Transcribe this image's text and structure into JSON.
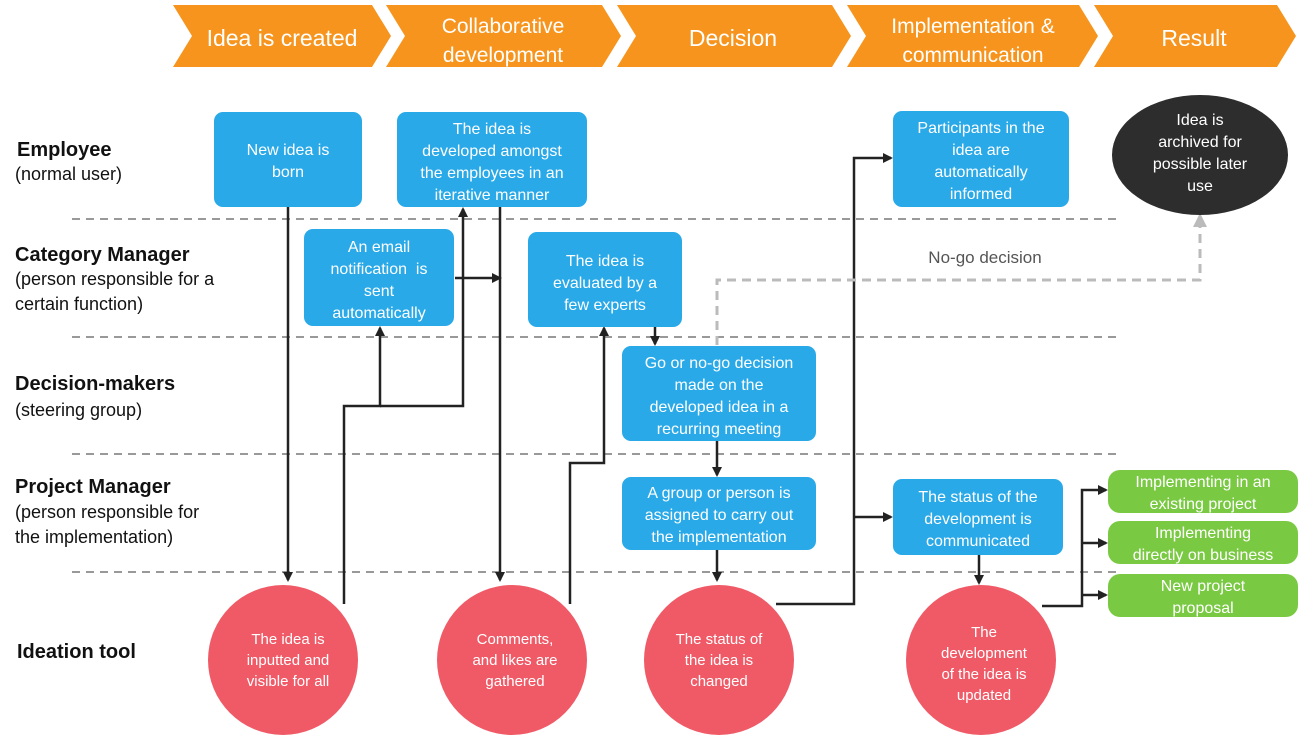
{
  "phases": [
    {
      "label": "Idea is created"
    },
    {
      "label": "Collaborative\ndevelopment"
    },
    {
      "label": "Decision"
    },
    {
      "label": "Implementation &\ncommunication"
    },
    {
      "label": "Result"
    }
  ],
  "roles": [
    {
      "title": "Employee",
      "subtitle": "(normal user)"
    },
    {
      "title": "Category Manager",
      "subtitle": "(person responsible for a\ncertain function)"
    },
    {
      "title": "Decision-makers",
      "subtitle": "(steering group)"
    },
    {
      "title": "Project Manager",
      "subtitle": "(person responsible for\nthe implementation)"
    },
    {
      "title": "Ideation tool",
      "subtitle": ""
    }
  ],
  "nodes": {
    "new_idea": "New idea is\nborn",
    "developed": "The idea is\ndeveloped amongst\nthe employees in an\niterative manner",
    "email": "An email\nnotification  is\nsent\nautomatically",
    "evaluated": "The idea is\nevaluated by a\nfew experts",
    "decision": "Go or no-go decision\nmade on the\ndeveloped idea in a\nrecurring meeting",
    "assigned": "A group or person is\nassigned to carry out\nthe implementation",
    "participants": "Participants in the\nidea are\nautomatically\ninformed",
    "status_comm": "The status of the\ndevelopment is\ncommunicated",
    "archived": "Idea is\narchived for\npossible later\nuse",
    "impl_existing": "Implementing in an\nexisting project",
    "impl_business": "Implementing\ndirectly on business",
    "new_proposal": "New project\nproposal",
    "tool_inputted": "The idea is\ninputted and\nvisible for all",
    "tool_comments": "Comments,\nand likes are\ngathered",
    "tool_status": "The status of\nthe idea is\nchanged",
    "tool_updated": "The\ndevelopment\nof the idea is\nupdated"
  },
  "nogo_label": "No-go decision",
  "colors": {
    "phase": "#f7941d",
    "process": "#29a9e8",
    "tool": "#f05a67",
    "result_dark": "#2d2d2d",
    "result_green": "#7ac943",
    "line": "#222222",
    "dashed": "#bbbbbb",
    "separator": "#999999"
  }
}
